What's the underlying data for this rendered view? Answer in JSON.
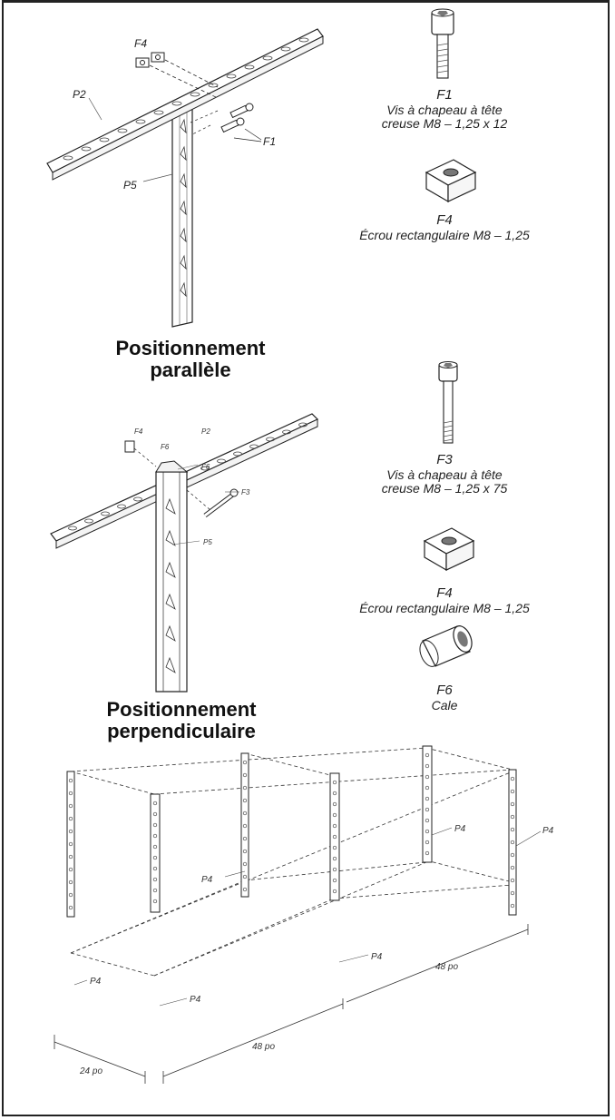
{
  "parallel": {
    "title_line1": "Positionnement",
    "title_line2": "parallèle",
    "labels": {
      "f4": "F4",
      "p2": "P2",
      "p5": "P5",
      "f1": "F1"
    }
  },
  "perpendicular": {
    "title_line1": "Positionnement",
    "title_line2": "perpendiculaire",
    "labels": {
      "f4": "F4",
      "f6": "F6",
      "p2": "P2",
      "f6b": "F6",
      "f3": "F3",
      "p5": "P5"
    }
  },
  "fasteners": [
    {
      "code": "F1",
      "desc_line1": "Vis à chapeau à tête",
      "desc_line2": "creuse M8 – 1,25 x 12",
      "icon": "cap-screw-short"
    },
    {
      "code": "F4",
      "desc_line1": "Écrou rectangulaire M8 – 1,25",
      "desc_line2": "",
      "icon": "rectangular-nut"
    },
    {
      "code": "F3",
      "desc_line1": "Vis à chapeau à tête",
      "desc_line2": "creuse M8 – 1,25 x 75",
      "icon": "cap-screw-long"
    },
    {
      "code": "F4",
      "desc_line1": "Écrou rectangulaire M8 – 1,25",
      "desc_line2": "",
      "icon": "rectangular-nut"
    },
    {
      "code": "F6",
      "desc_line1": "Cale",
      "desc_line2": "",
      "icon": "spacer"
    }
  ],
  "layout_diagram": {
    "post_label": "P4",
    "dims": {
      "width": "24 po",
      "length_front": "48 po",
      "length_right": "48 po"
    }
  }
}
